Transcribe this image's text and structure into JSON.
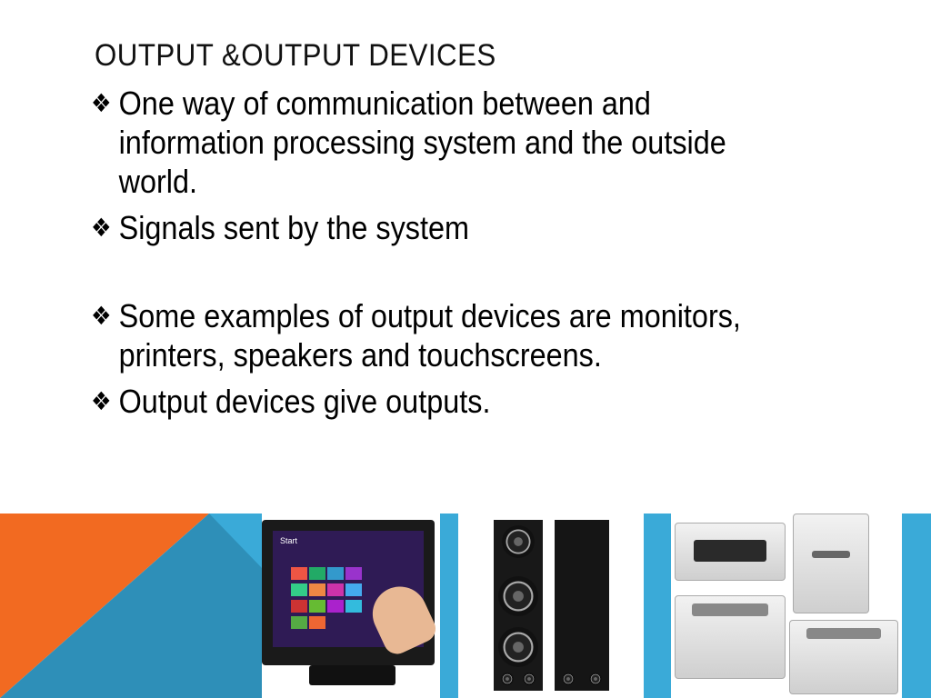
{
  "slide": {
    "title": "OUTPUT &OUTPUT DEVICES",
    "bullet_mark": "❖",
    "bullets": [
      {
        "text": "One way of communication between and information processing system and the outside world."
      },
      {
        "text": "Signals sent by the system"
      },
      {
        "text": "Some examples of output devices are monitors, printers, speakers and touchscreens."
      },
      {
        "text": "Output devices give outputs."
      }
    ]
  },
  "images": {
    "monitor_start_label": "Start",
    "monitor_icon": "touchscreen-monitor-icon",
    "speakers_icon": "tower-speakers-icon",
    "printers_icon": "printers-group-icon"
  },
  "colors": {
    "orange": "#f26a21",
    "blue": "#3aaad8",
    "teal": "#2e8fb8",
    "text": "#000000"
  }
}
